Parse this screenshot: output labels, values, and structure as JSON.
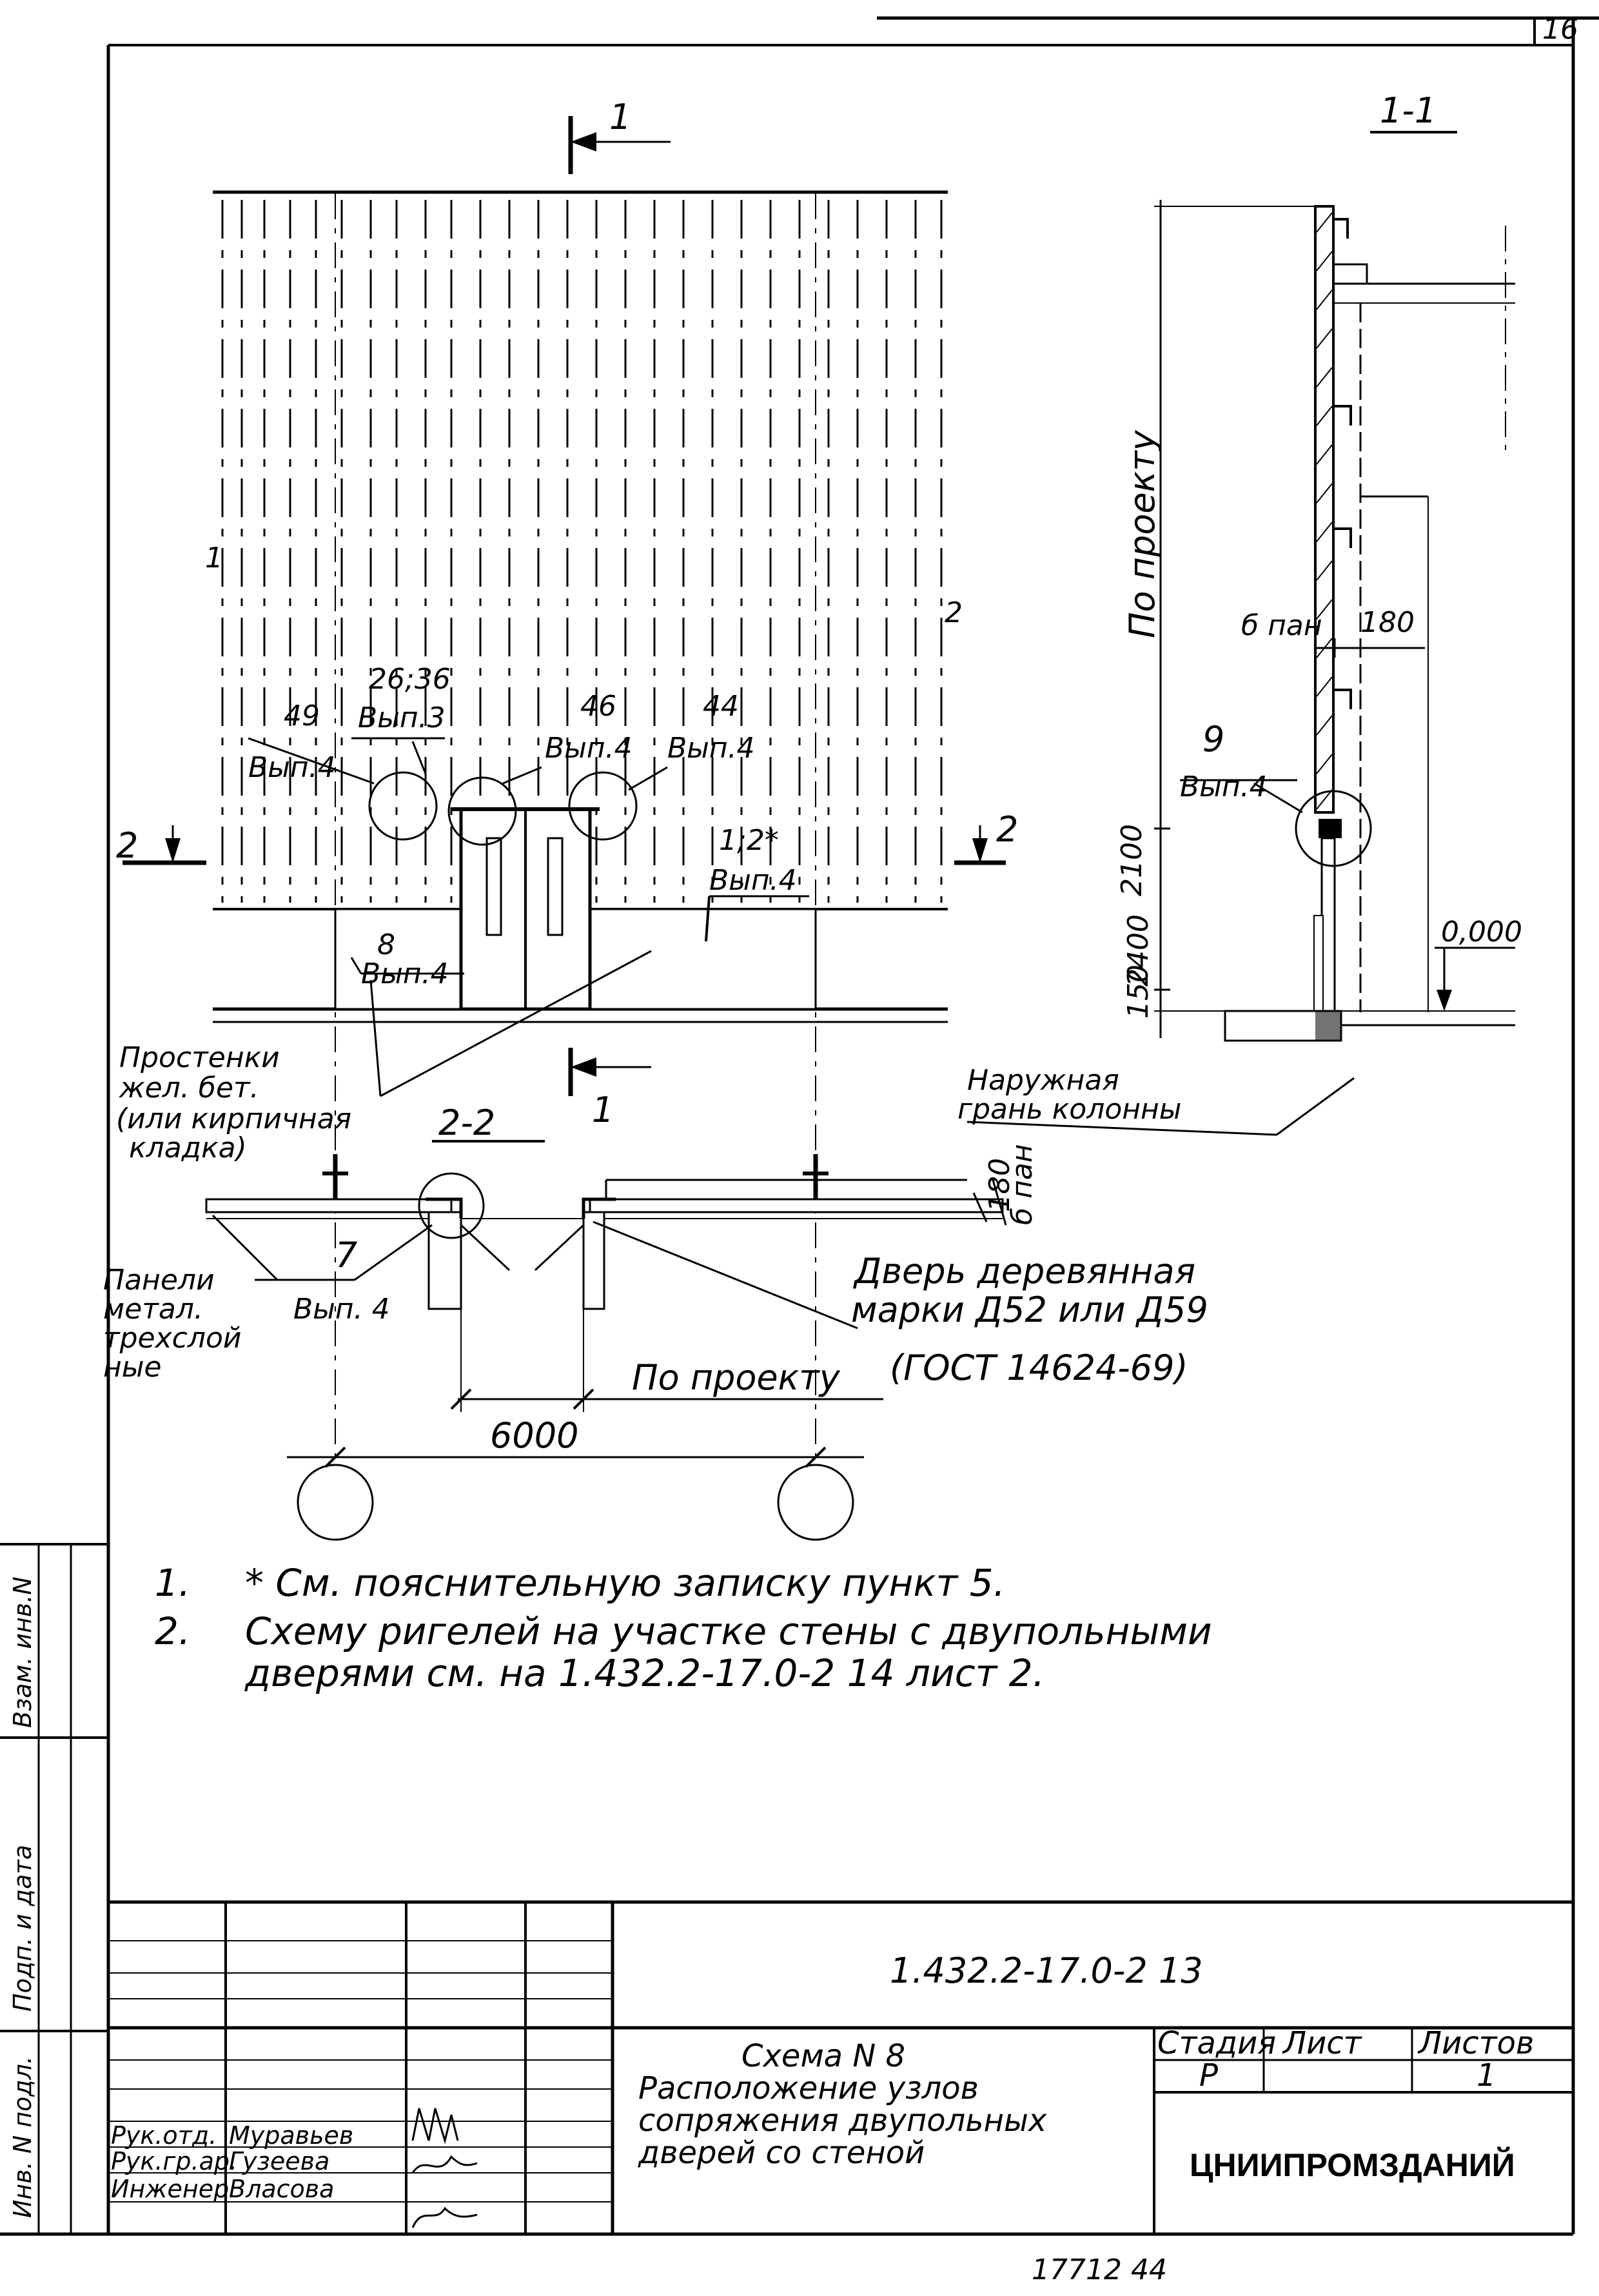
{
  "corner_sheet_number": "16",
  "sections": {
    "cut_1_label": "1",
    "cut_1_bottom_label": "1",
    "section_1_1_title": "1-1",
    "cut_2_left_label": "2",
    "cut_2_right_label": "2",
    "section_2_2_title": "2-2"
  },
  "elevation": {
    "axis_left": "1",
    "axis_right": "2",
    "callouts": [
      {
        "num": "49",
        "ref": "Вып.4"
      },
      {
        "num": "26;36",
        "ref": "Вып.3"
      },
      {
        "num": "46",
        "ref": "Вып.4"
      },
      {
        "num": "44",
        "ref": "Вып.4"
      },
      {
        "num": "1;2*",
        "ref": "Вып.4"
      },
      {
        "num": "8",
        "ref": "Вып.4"
      }
    ],
    "piers_label_lines": [
      "Простенки",
      "жел. бет.",
      "(или кирпичная",
      "кладка)"
    ]
  },
  "section_1_1": {
    "dim_vertical": "По проекту",
    "b_label": "б пан",
    "thickness": "180",
    "callout_num": "9",
    "callout_ref": "Вып.4",
    "dim_2100": "2100",
    "dim_2400": "2400",
    "dim_150": "150",
    "level": "0,000",
    "outer_face_lines": [
      "Наружная",
      "грань колонны"
    ]
  },
  "section_2_2": {
    "dim_180": "180",
    "dim_b": "б пан",
    "callout_num": "7",
    "callout_ref": "Вып. 4",
    "panel_label_lines": [
      "Панели",
      "метал.",
      "трехслой",
      "ные"
    ],
    "door_label_lines": [
      "Дверь деревянная",
      "марки Д52 или Д59",
      "(ГОСТ 14624-69)"
    ],
    "dim_project": "По проекту",
    "dim_6000": "6000"
  },
  "notes": [
    {
      "num": "1.",
      "text": "* См. пояснительную записку пункт 5."
    },
    {
      "num": "2.",
      "text": "Схему ригелей на участке стены с двупольными"
    },
    {
      "num": "",
      "text": "дверями см. на 1.432.2-17.0-2 14 лист 2."
    }
  ],
  "side_stamp": {
    "inv_original": "Инв. N подл.",
    "sign_date": "Подп. и дата",
    "replace_inv": "Взам. инв.N"
  },
  "title_block": {
    "doc_code": "1.432.2-17.0-2 13",
    "title_lines": [
      "Схема N 8",
      "Расположение узлов",
      "сопряжения двупольных",
      "дверей со стеной"
    ],
    "stage_header": "Стадия",
    "sheet_header": "Лист",
    "sheets_header": "Листов",
    "stage_value": "Р",
    "sheet_value": "",
    "sheets_value": "1",
    "organization": "ЦНИИПРОМЗДАНИЙ",
    "signatures": [
      {
        "role": "Рук.отд.",
        "name": "Муравьев"
      },
      {
        "role": "Рук.гр.ар.",
        "name": "Гузеева"
      },
      {
        "role": "Инженер",
        "name": "Власова"
      }
    ]
  },
  "bottom_number": "17712 44"
}
